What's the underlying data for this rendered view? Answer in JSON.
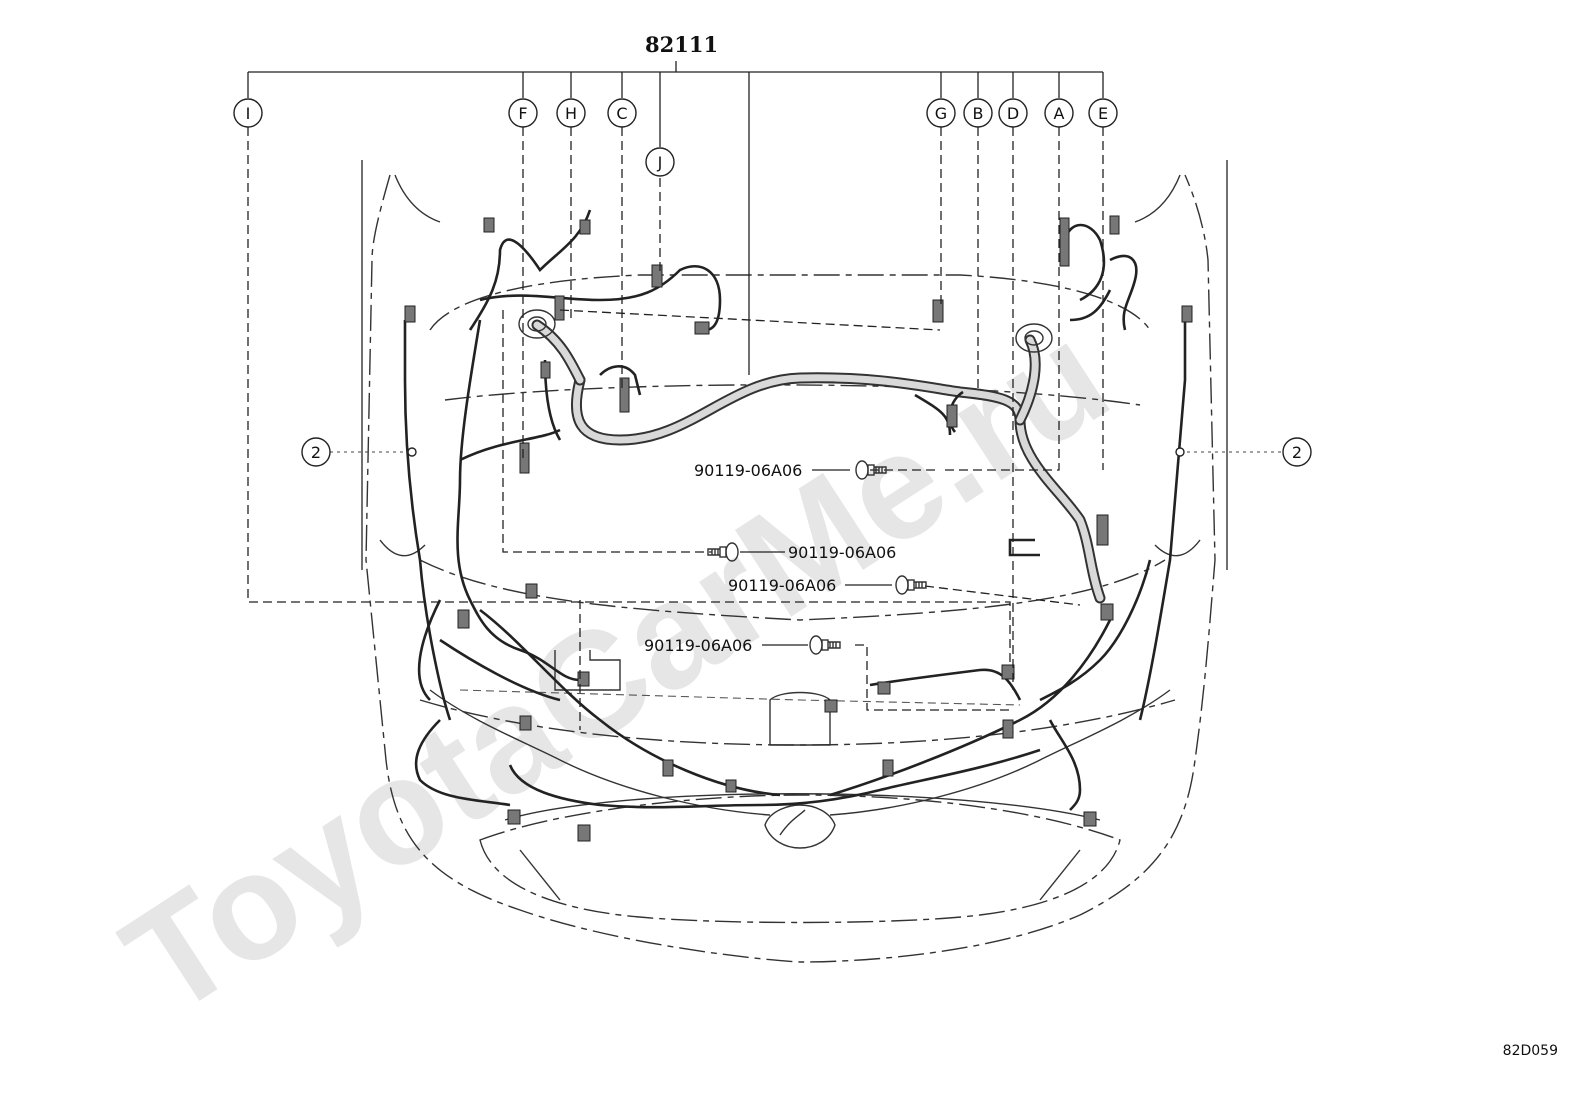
{
  "diagram": {
    "part_number": "82111",
    "callouts": [
      "I",
      "F",
      "H",
      "C",
      "J",
      "G",
      "B",
      "D",
      "A",
      "E"
    ],
    "side_callout": "2",
    "bolt_part_number": "90119-06A06",
    "watermark": "ToyotaCarMe.ru",
    "ref_code": "82D059"
  }
}
